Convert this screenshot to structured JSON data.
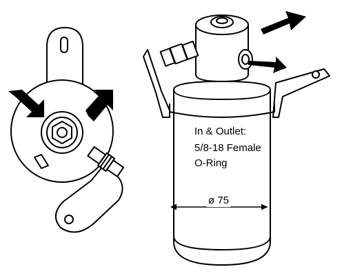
{
  "labels": {
    "line1": "In & Outlet:",
    "line2": "5/8-18 Female",
    "line3": "O-Ring",
    "diameter": "ø 75"
  },
  "colors": {
    "ink": "#000000",
    "paper": "#ffffff"
  }
}
